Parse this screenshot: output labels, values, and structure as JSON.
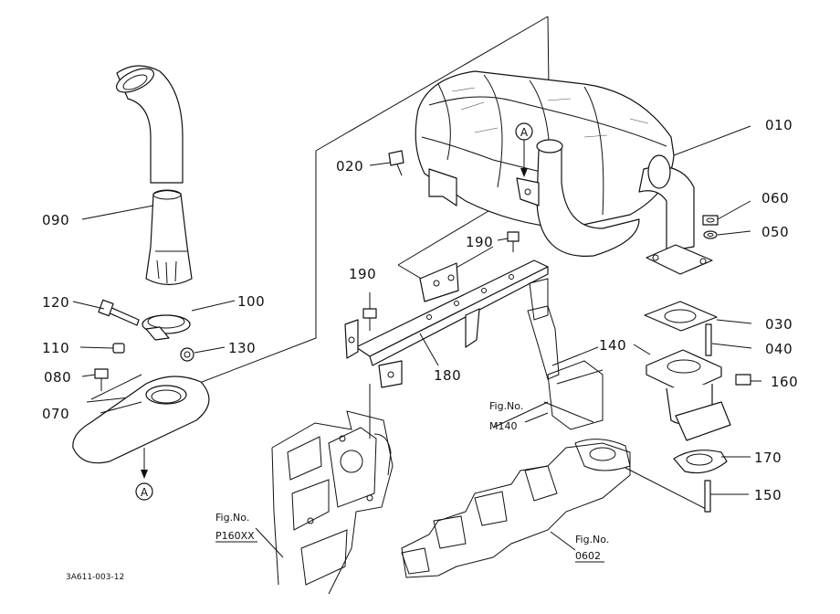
{
  "part_labels": {
    "p010": "010",
    "p020": "020",
    "p030": "030",
    "p040": "040",
    "p050": "050",
    "p060": "060",
    "p070": "070",
    "p080": "080",
    "p090": "090",
    "p100": "100",
    "p110": "110",
    "p120": "120",
    "p130": "130",
    "p140": "140",
    "p150": "150",
    "p160": "160",
    "p170": "170",
    "p180": "180",
    "p190a": "190",
    "p190b": "190"
  },
  "reference_markers": {
    "top": "A",
    "bottom": "A"
  },
  "figure_refs": {
    "m140": {
      "title": "Fig.No.",
      "number": "M140"
    },
    "p160xx": {
      "title": "Fig.No.",
      "number": "P160XX"
    },
    "f0602": {
      "title": "Fig.No.",
      "number": "0602"
    }
  },
  "drawing_code": "3A611-003-12"
}
